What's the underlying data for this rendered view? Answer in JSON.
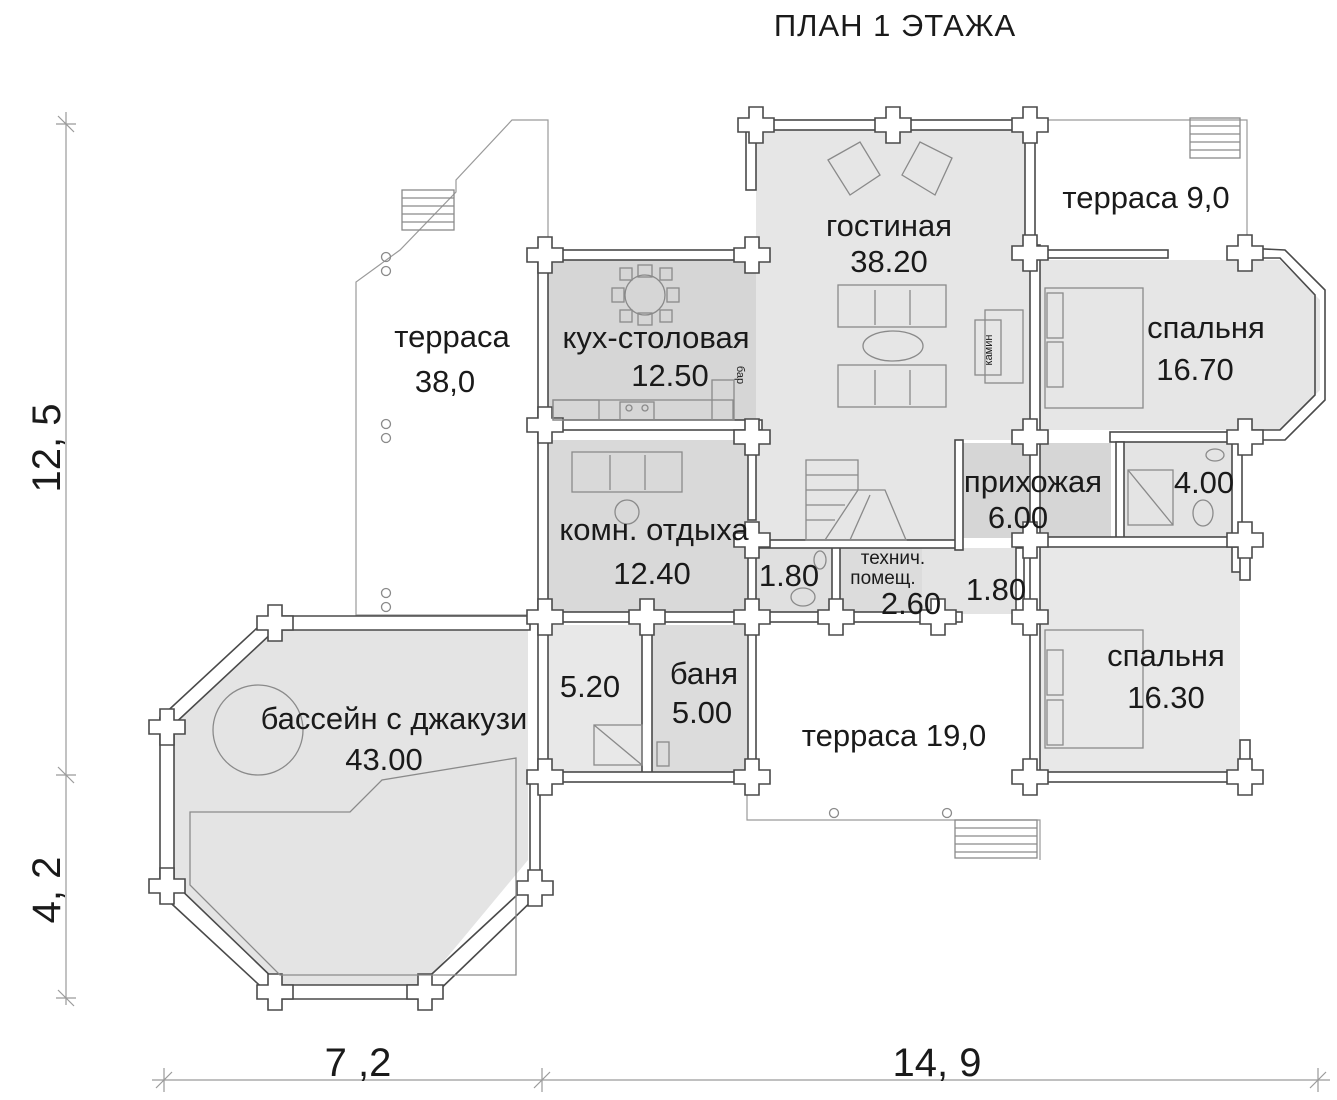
{
  "title": "ПЛАН  1  ЭТАЖА",
  "dimensions": {
    "left_top": "12, 5",
    "left_bottom": "4, 2",
    "bottom_left": "7 ,2",
    "bottom_right": "14, 9"
  },
  "rooms": {
    "terrace_left": {
      "name": "терраса",
      "area": "38,0"
    },
    "kitchen": {
      "name": "кух-столовая",
      "area": "12.50",
      "note": "бар"
    },
    "living": {
      "name": "гостиная",
      "area": "38.20",
      "note": "камин"
    },
    "terrace_top_right": {
      "name": "терраса 9,0"
    },
    "bedroom_top": {
      "name": "спальня",
      "area": "16.70"
    },
    "hall": {
      "name": "прихожая",
      "area": "6.00"
    },
    "bath_small": {
      "area": "4.00"
    },
    "lounge": {
      "name": "комн. отдыха",
      "area": "12.40"
    },
    "wc_small": {
      "area": "1.80"
    },
    "tech": {
      "name_line1": "технич.",
      "name_line2": "помещ.",
      "area": "2.60"
    },
    "corridor": {
      "area": "1.80"
    },
    "bedroom_bottom": {
      "name": "спальня",
      "area": "16.30"
    },
    "shower": {
      "area": "5.20"
    },
    "sauna": {
      "name": "баня",
      "area": "5.00"
    },
    "terrace_bottom": {
      "name": "терраса  19,0"
    },
    "pool": {
      "name": "бассейн с джакузи",
      "area": "43.00"
    }
  }
}
